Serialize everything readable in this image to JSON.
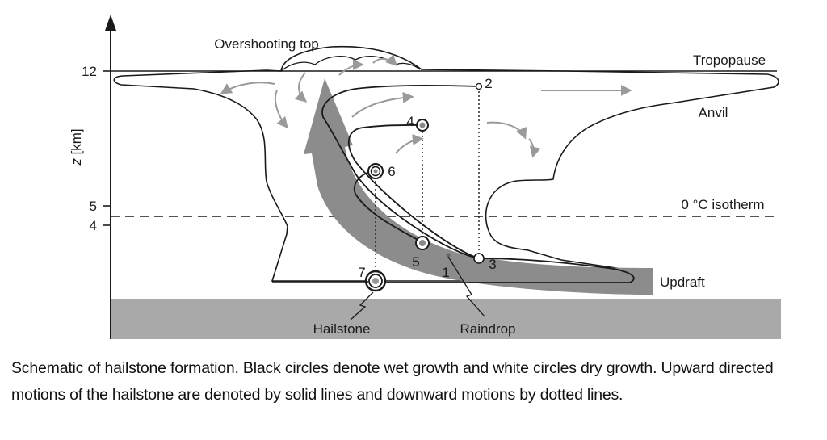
{
  "diagram": {
    "labels": {
      "overshooting_top": "Overshooting top",
      "tropopause": "Tropopause",
      "anvil": "Anvil",
      "isotherm": "0 °C isotherm",
      "updraft": "Updraft",
      "hailstone": "Hailstone",
      "raindrop": "Raindrop"
    },
    "axis": {
      "label_var": "z",
      "label_unit": " [km]",
      "ticks": [
        "12",
        "5",
        "4"
      ]
    },
    "stages": [
      "1",
      "2",
      "3",
      "4",
      "5",
      "6",
      "7"
    ],
    "colors": {
      "ground": "#a9a9a9",
      "updraft_arrow": "#8c8c8c",
      "flow_arrows": "#9a9a9a",
      "outline": "#1a1a1a"
    }
  },
  "caption": "Schematic of hailstone formation. Black circles denote wet growth and white circles dry growth. Upward directed motions of the hailstone are denoted by solid lines and downward motions by dotted lines."
}
